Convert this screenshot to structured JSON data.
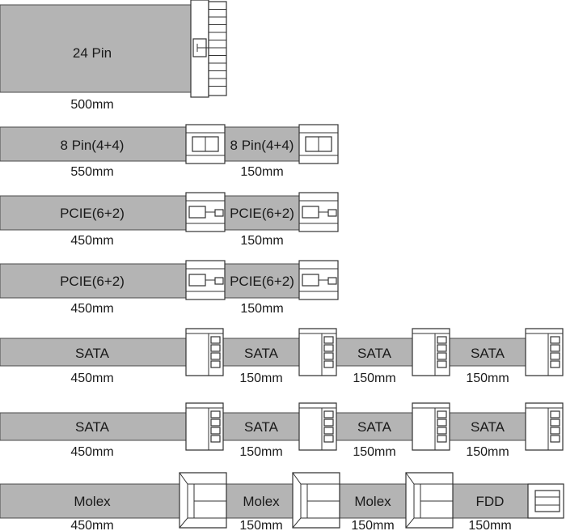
{
  "rows": [
    {
      "segments": [
        {
          "label": "24 Pin",
          "length": "500mm"
        }
      ]
    },
    {
      "segments": [
        {
          "label": "8 Pin(4+4)",
          "length": "550mm"
        },
        {
          "label": "8 Pin(4+4)",
          "length": "150mm"
        }
      ]
    },
    {
      "segments": [
        {
          "label": "PCIE(6+2)",
          "length": "450mm"
        },
        {
          "label": "PCIE(6+2)",
          "length": "150mm"
        }
      ]
    },
    {
      "segments": [
        {
          "label": "PCIE(6+2)",
          "length": "450mm"
        },
        {
          "label": "PCIE(6+2)",
          "length": "150mm"
        }
      ]
    },
    {
      "segments": [
        {
          "label": "SATA",
          "length": "450mm"
        },
        {
          "label": "SATA",
          "length": "150mm"
        },
        {
          "label": "SATA",
          "length": "150mm"
        },
        {
          "label": "SATA",
          "length": "150mm"
        }
      ]
    },
    {
      "segments": [
        {
          "label": "SATA",
          "length": "450mm"
        },
        {
          "label": "SATA",
          "length": "150mm"
        },
        {
          "label": "SATA",
          "length": "150mm"
        },
        {
          "label": "SATA",
          "length": "150mm"
        }
      ]
    },
    {
      "segments": [
        {
          "label": "Molex",
          "length": "450mm"
        },
        {
          "label": "Molex",
          "length": "150mm"
        },
        {
          "label": "Molex",
          "length": "150mm"
        },
        {
          "label": "FDD",
          "length": "150mm"
        }
      ]
    }
  ]
}
